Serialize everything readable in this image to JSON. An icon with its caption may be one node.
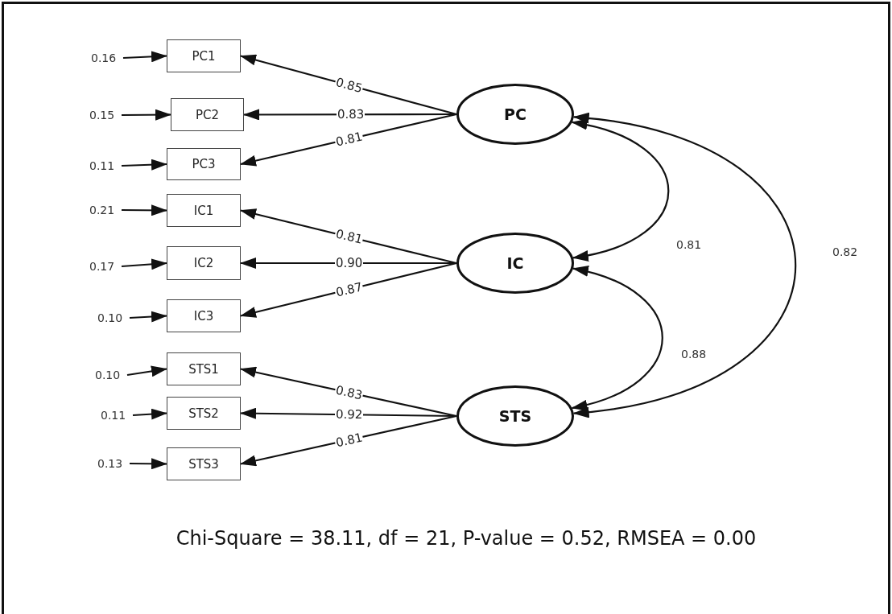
{
  "diagram": {
    "caption": "Chi-Square = 38.11, df = 21, P-value = 0.52, RMSEA = 0.00",
    "nodes": [
      {
        "text": [
          "PC1"
        ]
      },
      {
        "text": [
          "PC2"
        ]
      },
      {
        "text": [
          "PC3"
        ]
      },
      {
        "text": [
          "IC1"
        ]
      },
      {
        "text": [
          "IC2"
        ]
      },
      {
        "text": [
          "IC3"
        ]
      },
      {
        "text": [
          "STS1"
        ]
      },
      {
        "text": [
          "STS2"
        ]
      },
      {
        "text": [
          "STS3"
        ]
      },
      {
        "text": [
          "PC"
        ]
      },
      {
        "text": [
          "IC"
        ]
      },
      {
        "text": [
          "STS"
        ]
      },
      {
        "text": [
          "0.16"
        ]
      },
      {
        "text": [
          "0.15"
        ]
      },
      {
        "text": [
          "0.11"
        ]
      },
      {
        "text": [
          "0.21"
        ]
      },
      {
        "text": [
          "0.17"
        ]
      },
      {
        "text": [
          "0.10"
        ]
      },
      {
        "text": [
          "0.10"
        ]
      },
      {
        "text": [
          "0.11"
        ]
      },
      {
        "text": [
          "0.13"
        ]
      }
    ],
    "edges": [
      {
        "from": 12,
        "to": 0,
        "arrow": "to"
      },
      {
        "from": 13,
        "to": 1,
        "arrow": "to"
      },
      {
        "from": 14,
        "to": 2,
        "arrow": "to"
      },
      {
        "from": 15,
        "to": 3,
        "arrow": "to"
      },
      {
        "from": 16,
        "to": 4,
        "arrow": "to"
      },
      {
        "from": 17,
        "to": 5,
        "arrow": "to"
      },
      {
        "from": 18,
        "to": 6,
        "arrow": "to"
      },
      {
        "from": 19,
        "to": 7,
        "arrow": "to"
      },
      {
        "from": 20,
        "to": 8,
        "arrow": "to"
      },
      {
        "from": 9,
        "to": 0,
        "arrow": "to",
        "label": "0.85"
      },
      {
        "from": 9,
        "to": 1,
        "arrow": "to",
        "label": "0.83"
      },
      {
        "from": 9,
        "to": 2,
        "arrow": "to",
        "label": "0.81"
      },
      {
        "from": 10,
        "to": 3,
        "arrow": "to",
        "label": "0.81"
      },
      {
        "from": 10,
        "to": 4,
        "arrow": "to",
        "label": "0.90"
      },
      {
        "from": 10,
        "to": 5,
        "arrow": "to",
        "label": "0.87"
      },
      {
        "from": 11,
        "to": 6,
        "arrow": "to",
        "label": "0.83"
      },
      {
        "from": 11,
        "to": 7,
        "arrow": "to",
        "label": "0.92"
      },
      {
        "from": 11,
        "to": 8,
        "arrow": "to",
        "label": "0.81"
      },
      {
        "from": 9,
        "to": 10,
        "arrow": "both",
        "label": "0.81"
      },
      {
        "from": 10,
        "to": 11,
        "arrow": "both",
        "label": "0.88"
      },
      {
        "from": 9,
        "to": 11,
        "arrow": "both",
        "label": "0.82"
      }
    ]
  }
}
